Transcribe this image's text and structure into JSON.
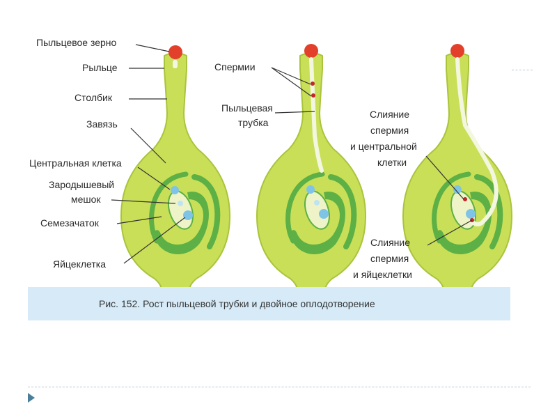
{
  "labels": {
    "pollen_grain": "Пыльцевое зерно",
    "stigma": "Рыльце",
    "style": "Столбик",
    "ovary": "Завязь",
    "central_cell": "Центральная клетка",
    "embryo_sac_line1": "Зародышевый",
    "embryo_sac_line2": "мешок",
    "ovule": "Семезачаток",
    "egg_cell": "Яйцеклетка",
    "sperms": "Спермии",
    "pollen_tube_line1": "Пыльцевая",
    "pollen_tube_line2": "трубка",
    "fusion_central_line1": "Слияние",
    "fusion_central_line2": "спермия",
    "fusion_central_line3": "и центральной",
    "fusion_central_line4": "клетки",
    "fusion_egg_line1": "Слияние",
    "fusion_egg_line2": "спермия",
    "fusion_egg_line3": "и яйцеклетки"
  },
  "caption": "Рис. 152. Рост пыльцевой трубки и двойное оплодотворение",
  "colors": {
    "pistil": "#c9df58",
    "pistil_outline": "#a9c43c",
    "ovule_dark": "#5cb045",
    "pollen": "#e2402b",
    "cells": "#7fc4e6",
    "caption_band": "#d6ebf7"
  }
}
